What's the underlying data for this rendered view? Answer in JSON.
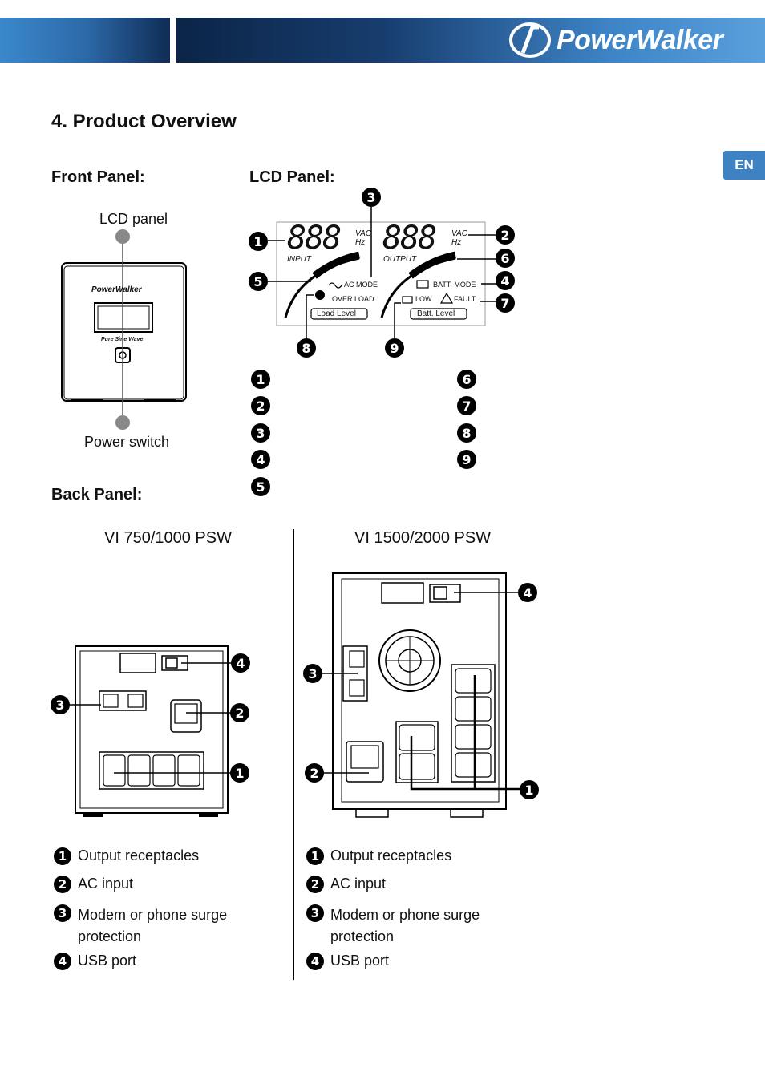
{
  "header": {
    "brand": "PowerWalker",
    "lang_tab": "EN"
  },
  "section_title": "4. Product Overview",
  "front_panel": {
    "heading": "Front Panel:",
    "lcd_label": "LCD panel",
    "switch_label": "Power switch",
    "device_brand": "PowerWalker",
    "device_text": "Pure Sine Wave"
  },
  "lcd_panel": {
    "heading": "LCD Panel:",
    "digits": "888",
    "vac": "VAC",
    "hz": "Hz",
    "input": "INPUT",
    "output": "OUTPUT",
    "ac_mode": "AC MODE",
    "over_load": "OVER LOAD",
    "batt_mode": "BATT. MODE",
    "low": "LOW",
    "fault": "FAULT",
    "load_level": "Load Level",
    "batt_level": "Batt. Level",
    "markers": [
      "1",
      "2",
      "3",
      "4",
      "5",
      "6",
      "7",
      "8",
      "9"
    ],
    "list_left": [
      "1",
      "2",
      "3",
      "4",
      "5"
    ],
    "list_right": [
      "6",
      "7",
      "8",
      "9"
    ]
  },
  "back_panel": {
    "heading": "Back Panel:",
    "model_left": "VI 750/1000 PSW",
    "model_right": "VI 1500/2000 PSW",
    "legend": [
      {
        "num": "1",
        "text": "Output receptacles"
      },
      {
        "num": "2",
        "text": "AC input"
      },
      {
        "num": "3",
        "text": "Modem or phone surge protection"
      },
      {
        "num": "4",
        "text": "USB port"
      }
    ]
  },
  "colors": {
    "header_dark": "#0b2447",
    "header_light": "#5aa0dc",
    "tab": "#3f82c4"
  }
}
